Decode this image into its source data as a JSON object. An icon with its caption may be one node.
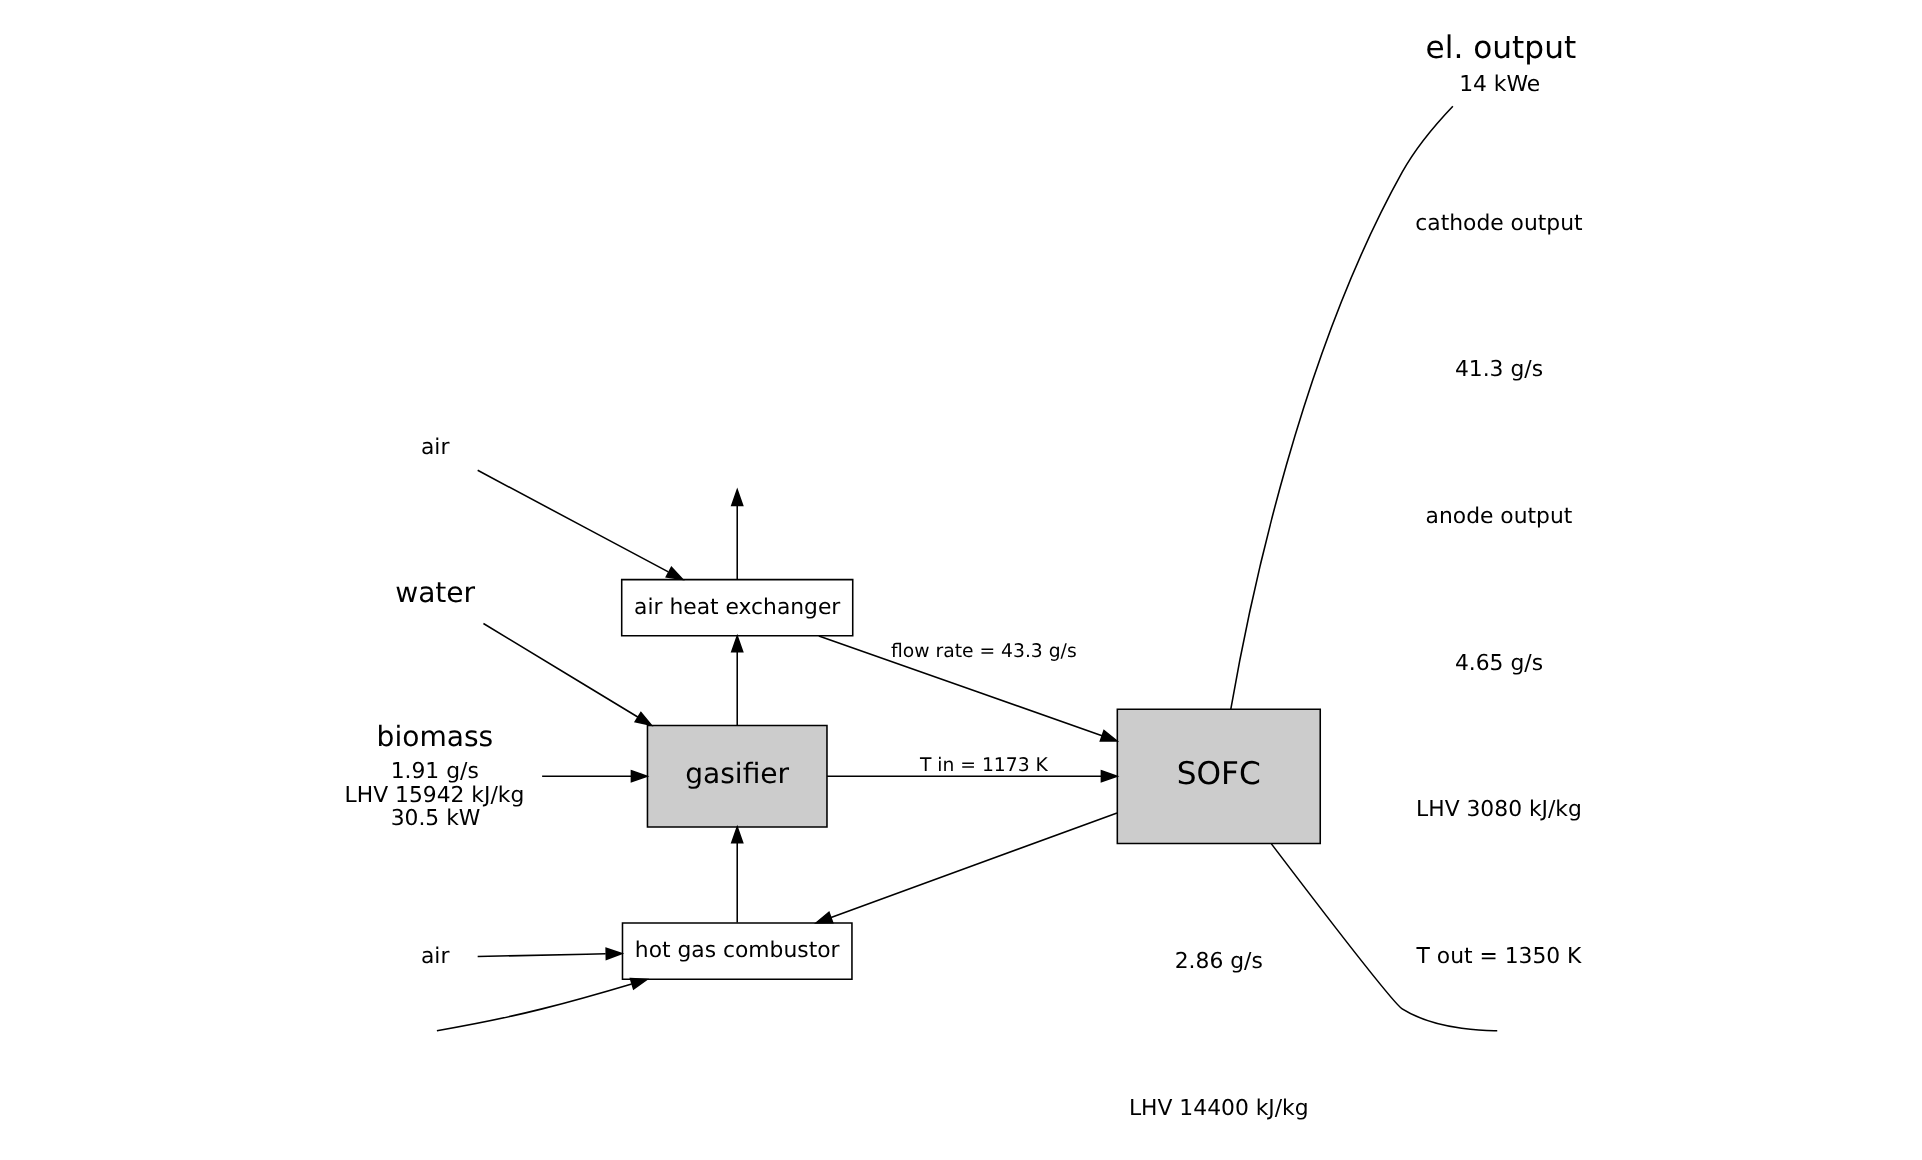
{
  "diagram": {
    "nodes": [
      {
        "text": [
          "air heat exchanger"
        ]
      },
      {
        "text": [
          "SOFC"
        ]
      },
      {
        "text": [
          "gasifier"
        ]
      },
      {
        "text": [
          "hot gas combustor"
        ]
      },
      {
        "text": [
          "air"
        ]
      },
      {
        "text": [
          "water"
        ]
      },
      {
        "text": [
          "biomass"
        ],
        "beside": [
          "1.91 g/s",
          "LHV 15942 kJ/kg",
          "30.5 kW"
        ]
      },
      {
        "text": [
          "air"
        ]
      },
      {
        "text": [
          "el. output"
        ],
        "beside": [
          "14 kWe"
        ]
      }
    ],
    "edges": [
      {
        "from": 0,
        "to": null,
        "arrow": "to"
      },
      {
        "from": 4,
        "to": 0,
        "arrow": "to"
      },
      {
        "from": 0,
        "to": 1,
        "arrow": "to",
        "label": "flow rate = 43.3 g/s"
      },
      {
        "from": 2,
        "to": 0,
        "arrow": "to"
      },
      {
        "from": 2,
        "to": 1,
        "arrow": "to",
        "label": "T in = 1173 K"
      },
      {
        "from": 5,
        "to": 2,
        "arrow": "to"
      },
      {
        "from": 6,
        "to": 2,
        "arrow": "to"
      },
      {
        "from": 3,
        "to": 2,
        "arrow": "to"
      },
      {
        "from": 7,
        "to": 3,
        "arrow": "to"
      },
      {
        "from": 1,
        "to": 8,
        "arrow": "none"
      },
      {
        "from": 1,
        "to": 3,
        "arrow": "to"
      },
      {
        "from": 1,
        "to": null,
        "arrow": "none"
      },
      {
        "from": null,
        "to": 3,
        "arrow": "to"
      }
    ],
    "labels": [
      "2.86 g/s",
      "LHV 14400 kJ/kg",
      "cathode output",
      "41.3 g/s",
      "anode output",
      "4.65 g/s",
      "LHV 3080 kJ/kg",
      "T out = 1350 K"
    ]
  }
}
